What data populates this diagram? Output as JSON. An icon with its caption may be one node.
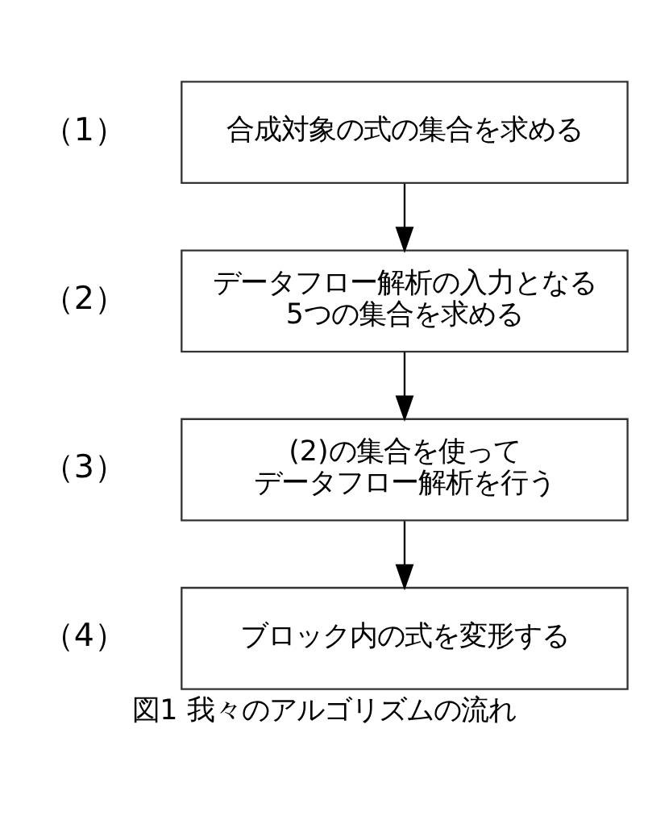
{
  "diagram": {
    "caption": "図1 我々のアルゴリズムの流れ",
    "nodes": [
      {
        "text": [
          "合成対象の式の集合を求める"
        ],
        "beside": [
          "（1）"
        ]
      },
      {
        "text": [
          "データフロー解析の入力となる5つの集合を求める"
        ],
        "beside": [
          "（2）"
        ]
      },
      {
        "text": [
          "(2)の集合を使ってデータフロー解析を行う"
        ],
        "beside": [
          "（3）"
        ]
      },
      {
        "text": [
          "ブロック内の式を変形する"
        ],
        "beside": [
          "（4）"
        ]
      }
    ],
    "edges": [
      {
        "from": 0,
        "to": 1,
        "arrow": "to"
      },
      {
        "from": 1,
        "to": 2,
        "arrow": "to"
      },
      {
        "from": 2,
        "to": 3,
        "arrow": "to"
      }
    ]
  }
}
